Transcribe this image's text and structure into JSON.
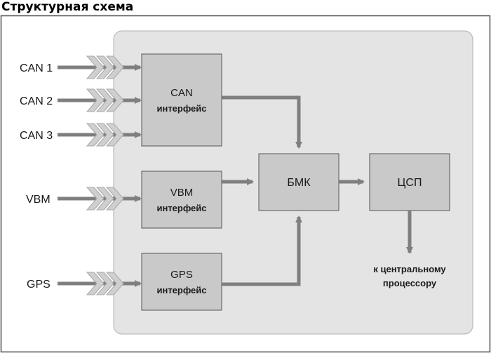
{
  "title": "Структурная схема",
  "inputs": {
    "can1": "CAN 1",
    "can2": "CAN 2",
    "can3": "CAN 3",
    "vbm": "VBM",
    "gps": "GPS"
  },
  "blocks": {
    "can_interface": {
      "line1": "CAN",
      "line2": "интерфейс"
    },
    "vbm_interface": {
      "line1": "VBM",
      "line2": "интерфейс"
    },
    "gps_interface": {
      "line1": "GPS",
      "line2": "интерфейс"
    },
    "bmk": "БМК",
    "dsp": "ЦСП"
  },
  "output": {
    "line1": "к центральному",
    "line2": "процессору"
  },
  "colors": {
    "block_fill": "#c9c9c9",
    "panel_fill": "#e4e4e4",
    "arrow": "#7f7f7f",
    "chevron_fill": "#cfcfcf"
  }
}
